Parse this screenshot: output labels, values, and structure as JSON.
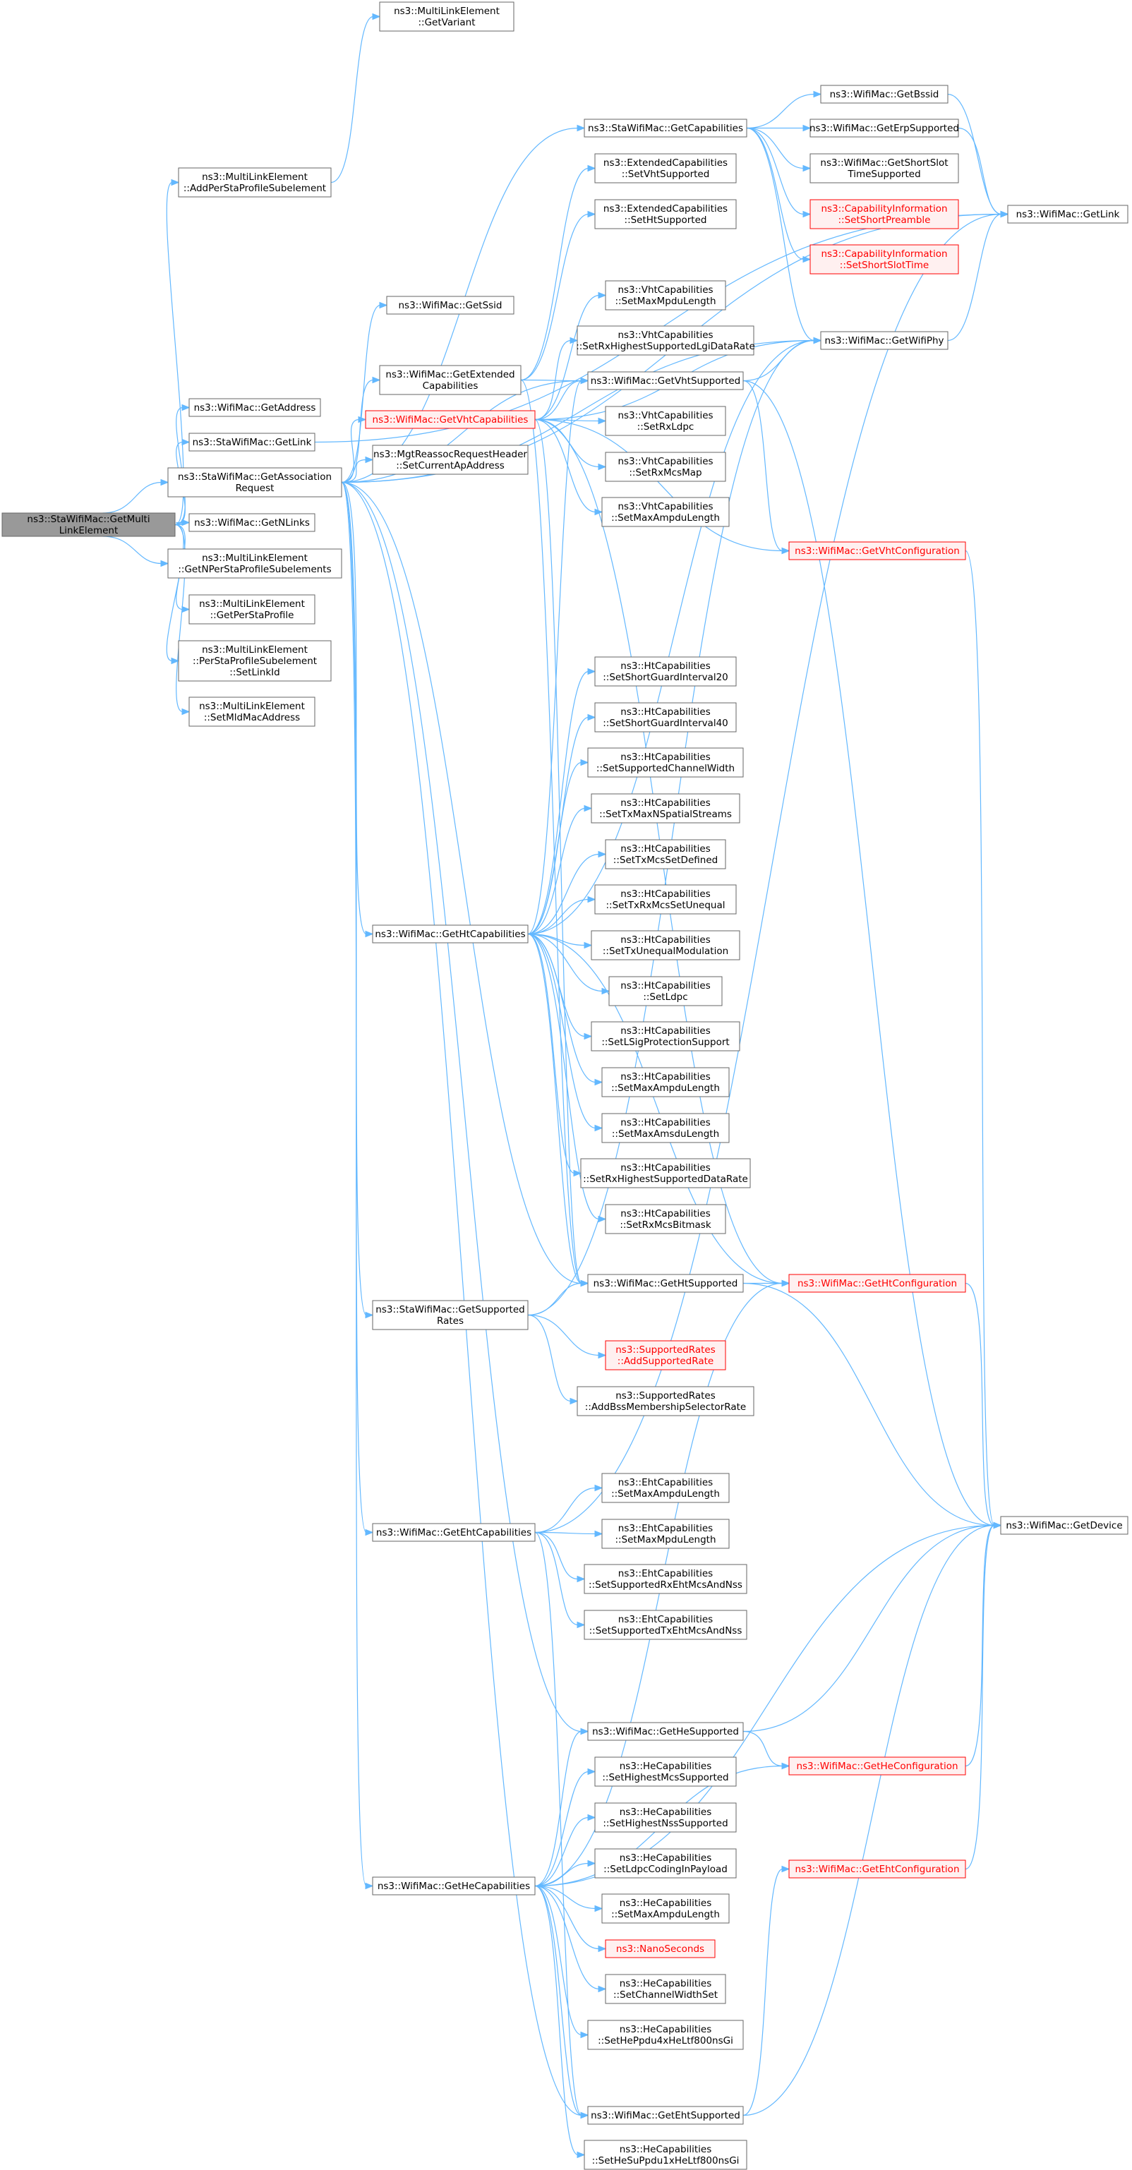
{
  "nodes": [
    {
      "id": "root",
      "lines": [
        "ns3::StaWifiMac::GetMulti",
        "LinkElement"
      ],
      "style": "root"
    },
    {
      "id": "getvariant",
      "lines": [
        "ns3::MultiLinkElement",
        "::GetVariant"
      ]
    },
    {
      "id": "addpersta",
      "lines": [
        "ns3::MultiLinkElement",
        "::AddPerStaProfileSubelement"
      ]
    },
    {
      "id": "getaddress",
      "lines": [
        "ns3::WifiMac::GetAddress"
      ]
    },
    {
      "id": "stagetlink",
      "lines": [
        "ns3::StaWifiMac::GetLink"
      ]
    },
    {
      "id": "getassoc",
      "lines": [
        "ns3::StaWifiMac::GetAssociation",
        "Request"
      ]
    },
    {
      "id": "getnlinks",
      "lines": [
        "ns3::WifiMac::GetNLinks"
      ]
    },
    {
      "id": "getnpersta",
      "lines": [
        "ns3::MultiLinkElement",
        "::GetNPerStaProfileSubelements"
      ]
    },
    {
      "id": "getpersta",
      "lines": [
        "ns3::MultiLinkElement",
        "::GetPerStaProfile"
      ]
    },
    {
      "id": "setlinkid",
      "lines": [
        "ns3::MultiLinkElement",
        "::PerStaProfileSubelement",
        "::SetLinkId"
      ]
    },
    {
      "id": "setmld",
      "lines": [
        "ns3::MultiLinkElement",
        "::SetMldMacAddress"
      ]
    },
    {
      "id": "getssid",
      "lines": [
        "ns3::WifiMac::GetSsid"
      ]
    },
    {
      "id": "getextcap",
      "lines": [
        "ns3::WifiMac::GetExtended",
        "Capabilities"
      ]
    },
    {
      "id": "getvhtcap",
      "lines": [
        "ns3::WifiMac::GetVhtCapabilities"
      ],
      "style": "red"
    },
    {
      "id": "mgtreassoc",
      "lines": [
        "ns3::MgtReassocRequestHeader",
        "::SetCurrentApAddress"
      ]
    },
    {
      "id": "gethtcap",
      "lines": [
        "ns3::WifiMac::GetHtCapabilities"
      ]
    },
    {
      "id": "getsuprates",
      "lines": [
        "ns3::StaWifiMac::GetSupported",
        "Rates"
      ]
    },
    {
      "id": "getehtcap",
      "lines": [
        "ns3::WifiMac::GetEhtCapabilities"
      ]
    },
    {
      "id": "gethecap",
      "lines": [
        "ns3::WifiMac::GetHeCapabilities"
      ]
    },
    {
      "id": "stagetcap",
      "lines": [
        "ns3::StaWifiMac::GetCapabilities"
      ]
    },
    {
      "id": "extsetvht",
      "lines": [
        "ns3::ExtendedCapabilities",
        "::SetVhtSupported"
      ]
    },
    {
      "id": "extsetht",
      "lines": [
        "ns3::ExtendedCapabilities",
        "::SetHtSupported"
      ]
    },
    {
      "id": "vhtmaxmpdu",
      "lines": [
        "ns3::VhtCapabilities",
        "::SetMaxMpduLength"
      ]
    },
    {
      "id": "vhtrxhigh",
      "lines": [
        "ns3::VhtCapabilities",
        "::SetRxHighestSupportedLgiDataRate"
      ]
    },
    {
      "id": "getvhtsup",
      "lines": [
        "ns3::WifiMac::GetVhtSupported"
      ]
    },
    {
      "id": "vhtrxldpc",
      "lines": [
        "ns3::VhtCapabilities",
        "::SetRxLdpc"
      ]
    },
    {
      "id": "vhtrxmcs",
      "lines": [
        "ns3::VhtCapabilities",
        "::SetRxMcsMap"
      ]
    },
    {
      "id": "vhtmaxampdu",
      "lines": [
        "ns3::VhtCapabilities",
        "::SetMaxAmpduLength"
      ]
    },
    {
      "id": "htsgi20",
      "lines": [
        "ns3::HtCapabilities",
        "::SetShortGuardInterval20"
      ]
    },
    {
      "id": "htsgi40",
      "lines": [
        "ns3::HtCapabilities",
        "::SetShortGuardInterval40"
      ]
    },
    {
      "id": "htchw",
      "lines": [
        "ns3::HtCapabilities",
        "::SetSupportedChannelWidth"
      ]
    },
    {
      "id": "httxmaxn",
      "lines": [
        "ns3::HtCapabilities",
        "::SetTxMaxNSpatialStreams"
      ]
    },
    {
      "id": "httxmcsdef",
      "lines": [
        "ns3::HtCapabilities",
        "::SetTxMcsSetDefined"
      ]
    },
    {
      "id": "httxrxunequal",
      "lines": [
        "ns3::HtCapabilities",
        "::SetTxRxMcsSetUnequal"
      ]
    },
    {
      "id": "httxunequalmod",
      "lines": [
        "ns3::HtCapabilities",
        "::SetTxUnequalModulation"
      ]
    },
    {
      "id": "htldpc",
      "lines": [
        "ns3::HtCapabilities",
        "::SetLdpc"
      ]
    },
    {
      "id": "htlsig",
      "lines": [
        "ns3::HtCapabilities",
        "::SetLSigProtectionSupport"
      ]
    },
    {
      "id": "htmaxampdu",
      "lines": [
        "ns3::HtCapabilities",
        "::SetMaxAmpduLength"
      ]
    },
    {
      "id": "htmaxamsdu",
      "lines": [
        "ns3::HtCapabilities",
        "::SetMaxAmsduLength"
      ]
    },
    {
      "id": "htrxhigh",
      "lines": [
        "ns3::HtCapabilities",
        "::SetRxHighestSupportedDataRate"
      ]
    },
    {
      "id": "htrxmcs",
      "lines": [
        "ns3::HtCapabilities",
        "::SetRxMcsBitmask"
      ]
    },
    {
      "id": "gethtsup",
      "lines": [
        "ns3::WifiMac::GetHtSupported"
      ]
    },
    {
      "id": "addsuprate",
      "lines": [
        "ns3::SupportedRates",
        "::AddSupportedRate"
      ],
      "style": "red"
    },
    {
      "id": "addbss",
      "lines": [
        "ns3::SupportedRates",
        "::AddBssMembershipSelectorRate"
      ]
    },
    {
      "id": "ehtmaxampdu",
      "lines": [
        "ns3::EhtCapabilities",
        "::SetMaxAmpduLength"
      ]
    },
    {
      "id": "ehtmaxmpdu",
      "lines": [
        "ns3::EhtCapabilities",
        "::SetMaxMpduLength"
      ]
    },
    {
      "id": "ehtrxmcs",
      "lines": [
        "ns3::EhtCapabilities",
        "::SetSupportedRxEhtMcsAndNss"
      ]
    },
    {
      "id": "ehttxmcs",
      "lines": [
        "ns3::EhtCapabilities",
        "::SetSupportedTxEhtMcsAndNss"
      ]
    },
    {
      "id": "gethesup",
      "lines": [
        "ns3::WifiMac::GetHeSupported"
      ]
    },
    {
      "id": "hehighmcs",
      "lines": [
        "ns3::HeCapabilities",
        "::SetHighestMcsSupported"
      ]
    },
    {
      "id": "hehighnss",
      "lines": [
        "ns3::HeCapabilities",
        "::SetHighestNssSupported"
      ]
    },
    {
      "id": "heldpc",
      "lines": [
        "ns3::HeCapabilities",
        "::SetLdpcCodingInPayload"
      ]
    },
    {
      "id": "hemaxampdu",
      "lines": [
        "ns3::HeCapabilities",
        "::SetMaxAmpduLength"
      ]
    },
    {
      "id": "nanoseconds",
      "lines": [
        "ns3::NanoSeconds"
      ],
      "style": "red"
    },
    {
      "id": "hechw",
      "lines": [
        "ns3::HeCapabilities",
        "::SetChannelWidthSet"
      ]
    },
    {
      "id": "heppdu4x",
      "lines": [
        "ns3::HeCapabilities",
        "::SetHePpdu4xHeLtf800nsGi"
      ]
    },
    {
      "id": "getehtsup",
      "lines": [
        "ns3::WifiMac::GetEhtSupported"
      ]
    },
    {
      "id": "hesuppdu1x",
      "lines": [
        "ns3::HeCapabilities",
        "::SetHeSuPpdu1xHeLtf800nsGi"
      ]
    },
    {
      "id": "getbssid",
      "lines": [
        "ns3::WifiMac::GetBssid"
      ]
    },
    {
      "id": "geterp",
      "lines": [
        "ns3::WifiMac::GetErpSupported"
      ]
    },
    {
      "id": "getshortslot",
      "lines": [
        "ns3::WifiMac::GetShortSlot",
        "TimeSupported"
      ]
    },
    {
      "id": "capshortpre",
      "lines": [
        "ns3::CapabilityInformation",
        "::SetShortPreamble"
      ],
      "style": "red"
    },
    {
      "id": "capshortslot",
      "lines": [
        "ns3::CapabilityInformation",
        "::SetShortSlotTime"
      ],
      "style": "red"
    },
    {
      "id": "getwifiphy",
      "lines": [
        "ns3::WifiMac::GetWifiPhy"
      ]
    },
    {
      "id": "getvhtconf",
      "lines": [
        "ns3::WifiMac::GetVhtConfiguration"
      ],
      "style": "red"
    },
    {
      "id": "gethtconf",
      "lines": [
        "ns3::WifiMac::GetHtConfiguration"
      ],
      "style": "red"
    },
    {
      "id": "getheconf",
      "lines": [
        "ns3::WifiMac::GetHeConfiguration"
      ],
      "style": "red"
    },
    {
      "id": "getehtconf",
      "lines": [
        "ns3::WifiMac::GetEhtConfiguration"
      ],
      "style": "red"
    },
    {
      "id": "getlink",
      "lines": [
        "ns3::WifiMac::GetLink"
      ]
    },
    {
      "id": "getdevice",
      "lines": [
        "ns3::WifiMac::GetDevice"
      ]
    }
  ],
  "edges": [
    [
      "root",
      "addpersta"
    ],
    [
      "root",
      "getaddress"
    ],
    [
      "root",
      "stagetlink"
    ],
    [
      "root",
      "getassoc"
    ],
    [
      "root",
      "getnlinks"
    ],
    [
      "root",
      "getnpersta"
    ],
    [
      "root",
      "getpersta"
    ],
    [
      "root",
      "setlinkid"
    ],
    [
      "root",
      "setmld"
    ],
    [
      "addpersta",
      "getvariant"
    ],
    [
      "stagetlink",
      "getlink"
    ],
    [
      "getassoc",
      "stagetcap"
    ],
    [
      "getassoc",
      "getssid"
    ],
    [
      "getassoc",
      "getextcap"
    ],
    [
      "getassoc",
      "getvhtcap"
    ],
    [
      "getassoc",
      "mgtreassoc"
    ],
    [
      "getassoc",
      "getwifiphy"
    ],
    [
      "getassoc",
      "gethtcap"
    ],
    [
      "getassoc",
      "getsuprates"
    ],
    [
      "getassoc",
      "getehtcap"
    ],
    [
      "getassoc",
      "gethecap"
    ],
    [
      "getassoc",
      "gethtsup"
    ],
    [
      "getassoc",
      "gethesup"
    ],
    [
      "getassoc",
      "getvhtsup"
    ],
    [
      "getassoc",
      "getehtsup"
    ],
    [
      "getassoc",
      "getlink"
    ],
    [
      "getextcap",
      "extsetvht"
    ],
    [
      "getextcap",
      "extsetht"
    ],
    [
      "getextcap",
      "getvhtsup"
    ],
    [
      "getextcap",
      "gethtsup"
    ],
    [
      "getvhtcap",
      "vhtmaxmpdu"
    ],
    [
      "getvhtcap",
      "vhtrxhigh"
    ],
    [
      "getvhtcap",
      "getvhtsup"
    ],
    [
      "getvhtcap",
      "vhtrxldpc"
    ],
    [
      "getvhtcap",
      "vhtrxmcs"
    ],
    [
      "getvhtcap",
      "vhtmaxampdu"
    ],
    [
      "getvhtcap",
      "getwifiphy"
    ],
    [
      "getvhtcap",
      "getvhtconf"
    ],
    [
      "getvhtcap",
      "gethtconf"
    ],
    [
      "getvhtcap",
      "gethtsup"
    ],
    [
      "stagetcap",
      "getbssid"
    ],
    [
      "stagetcap",
      "geterp"
    ],
    [
      "stagetcap",
      "getshortslot"
    ],
    [
      "stagetcap",
      "capshortpre"
    ],
    [
      "stagetcap",
      "capshortslot"
    ],
    [
      "stagetcap",
      "getwifiphy"
    ],
    [
      "getvhtsup",
      "getwifiphy"
    ],
    [
      "getvhtsup",
      "getvhtconf"
    ],
    [
      "getvhtsup",
      "getdevice"
    ],
    [
      "getwifiphy",
      "getlink"
    ],
    [
      "getbssid",
      "getlink"
    ],
    [
      "geterp",
      "getlink"
    ],
    [
      "getvhtconf",
      "getdevice"
    ],
    [
      "gethtcap",
      "htsgi20"
    ],
    [
      "gethtcap",
      "htsgi40"
    ],
    [
      "gethtcap",
      "htchw"
    ],
    [
      "gethtcap",
      "httxmaxn"
    ],
    [
      "gethtcap",
      "httxmcsdef"
    ],
    [
      "gethtcap",
      "httxrxunequal"
    ],
    [
      "gethtcap",
      "httxunequalmod"
    ],
    [
      "gethtcap",
      "htldpc"
    ],
    [
      "gethtcap",
      "htlsig"
    ],
    [
      "gethtcap",
      "htmaxampdu"
    ],
    [
      "gethtcap",
      "htmaxamsdu"
    ],
    [
      "gethtcap",
      "htrxhigh"
    ],
    [
      "gethtcap",
      "htrxmcs"
    ],
    [
      "gethtcap",
      "gethtsup"
    ],
    [
      "gethtcap",
      "gethtconf"
    ],
    [
      "gethtcap",
      "getwifiphy"
    ],
    [
      "gethtcap",
      "getvhtsup"
    ],
    [
      "gethtsup",
      "gethtconf"
    ],
    [
      "gethtsup",
      "getdevice"
    ],
    [
      "gethtconf",
      "getdevice"
    ],
    [
      "getsuprates",
      "gethtsup"
    ],
    [
      "getsuprates",
      "getwifiphy"
    ],
    [
      "getsuprates",
      "addsuprate"
    ],
    [
      "getsuprates",
      "addbss"
    ],
    [
      "getehtcap",
      "ehtmaxampdu"
    ],
    [
      "getehtcap",
      "ehtmaxmpdu"
    ],
    [
      "getehtcap",
      "ehtrxmcs"
    ],
    [
      "getehtcap",
      "ehttxmcs"
    ],
    [
      "getehtcap",
      "getehtsup"
    ],
    [
      "getehtcap",
      "getlink"
    ],
    [
      "gethecap",
      "gethesup"
    ],
    [
      "gethecap",
      "hehighmcs"
    ],
    [
      "gethecap",
      "hehighnss"
    ],
    [
      "gethecap",
      "heldpc"
    ],
    [
      "gethecap",
      "hemaxampdu"
    ],
    [
      "gethecap",
      "nanoseconds"
    ],
    [
      "gethecap",
      "hechw"
    ],
    [
      "gethecap",
      "heppdu4x"
    ],
    [
      "gethecap",
      "getehtsup"
    ],
    [
      "gethecap",
      "hesuppdu1x"
    ],
    [
      "gethecap",
      "gethtconf"
    ],
    [
      "gethecap",
      "getheconf"
    ],
    [
      "gethecap",
      "getdevice"
    ],
    [
      "gethesup",
      "getheconf"
    ],
    [
      "gethesup",
      "getdevice"
    ],
    [
      "getheconf",
      "getdevice"
    ],
    [
      "getehtconf",
      "getdevice"
    ],
    [
      "getehtsup",
      "getehtconf"
    ],
    [
      "getehtsup",
      "getdevice"
    ]
  ]
}
